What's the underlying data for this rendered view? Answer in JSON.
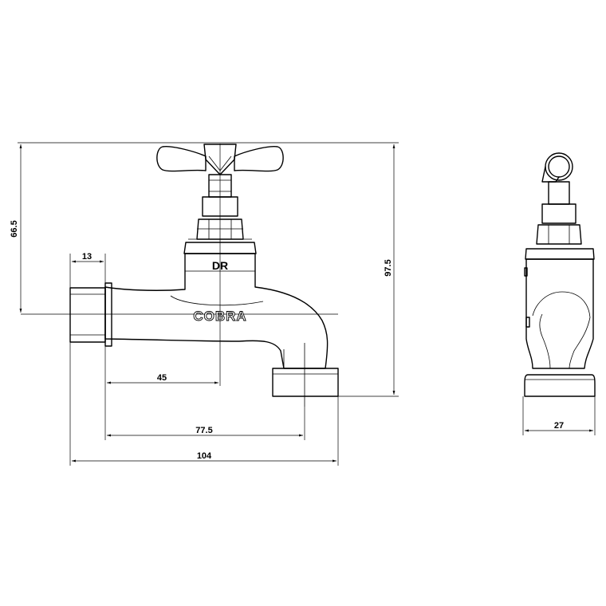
{
  "drawing": {
    "body_mark": "DR",
    "brand_mark": "COBRA",
    "dimensions": {
      "height_total": "97.5",
      "height_upper": "66.5",
      "thread_length": "13",
      "inlet_to_axis": "45",
      "inlet_to_outlet": "77.5",
      "overall_length": "104",
      "side_width": "27"
    },
    "line_color": "#000000",
    "background_color": "#ffffff"
  }
}
